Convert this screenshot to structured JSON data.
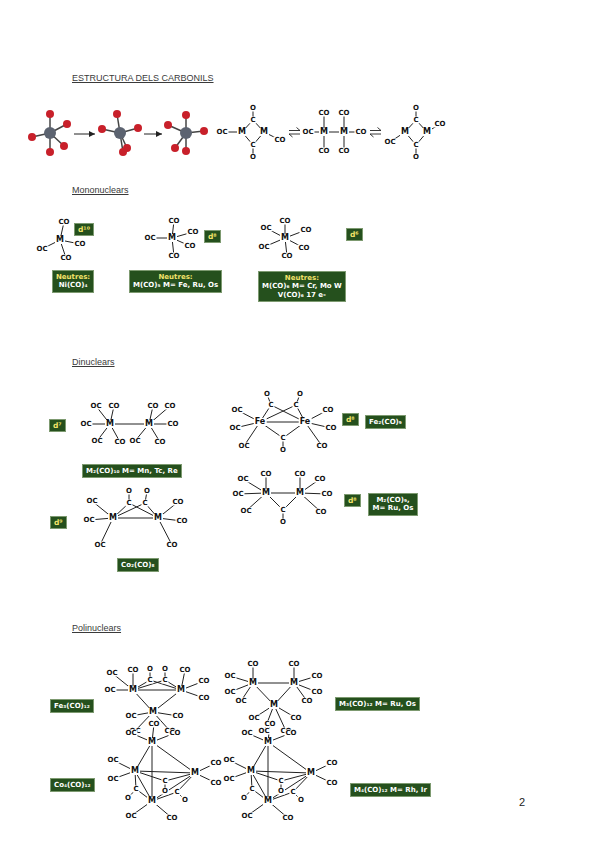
{
  "diagram": {
    "title": "ESTRUCTURA DELS CARBONILS",
    "nodes": [
      {
        "text": [
          "d¹⁰"
        ]
      },
      {
        "text": [
          "Neutres:",
          "Ni(CO)₄"
        ]
      },
      {
        "text": [
          "d⁸"
        ]
      },
      {
        "text": [
          "Neutres:",
          "M(CO)₅ M= Fe, Ru, Os"
        ]
      },
      {
        "text": [
          "d⁶"
        ]
      },
      {
        "text": [
          "Neutres:",
          "M(CO)₆ M= Cr, Mo W",
          "V(CO)₆ 17 e-"
        ]
      },
      {
        "text": [
          "d⁷"
        ]
      },
      {
        "text": [
          "M₂(CO)₁₀ M= Mn, Tc, Re"
        ]
      },
      {
        "text": [
          "d⁸"
        ]
      },
      {
        "text": [
          "Fe₂(CO)₉"
        ]
      },
      {
        "text": [
          "d⁸"
        ]
      },
      {
        "text": [
          "M₂(CO)₉, M= Ru, Os"
        ]
      },
      {
        "text": [
          "d⁹"
        ]
      },
      {
        "text": [
          "Co₂(CO)₈"
        ]
      },
      {
        "text": [
          "Fe₃(CO)₁₂"
        ]
      },
      {
        "text": [
          "M₃(CO)₁₂ M= Ru, Os"
        ]
      },
      {
        "text": [
          "Co₄(CO)₁₂"
        ]
      },
      {
        "text": [
          "M₄(CO)₁₂ M= Rh, Ir"
        ]
      }
    ],
    "labels": [
      "Mononuclears",
      "Dinuclears",
      "Polinuclears",
      "2",
      "M",
      "CO",
      "OC",
      "CO",
      "CO",
      "M",
      "CO",
      "OC",
      "CO",
      "CO",
      "CO",
      "M",
      "CO",
      "OC",
      "CO",
      "OC",
      "CO",
      "CO",
      "M",
      "M",
      "C",
      "O",
      "C",
      "O",
      "OC",
      "CO",
      "M",
      "M",
      "CO",
      "CO",
      "CO",
      "CO",
      "OC",
      "CO",
      "M",
      "M",
      "C",
      "O",
      "C",
      "O",
      "OC",
      "CO",
      "M",
      "M",
      "OC",
      "CO",
      "OC",
      "OC",
      "CO",
      "CO",
      "CO",
      "CO",
      "OC",
      "CO",
      "Fe",
      "Fe",
      "C",
      "O",
      "C",
      "O",
      "C",
      "O",
      "OC",
      "OC",
      "OC",
      "CO",
      "CO",
      "CO",
      "M",
      "M",
      "C",
      "O",
      "OC",
      "CO",
      "OC",
      "OC",
      "CO",
      "CO",
      "CO",
      "CO",
      "M",
      "M",
      "C",
      "O",
      "C",
      "O",
      "OC",
      "OC",
      "OC",
      "CO",
      "CO",
      "CO",
      "M",
      "M",
      "M",
      "OC",
      "CO",
      "OC",
      "C",
      "O",
      "C",
      "O",
      "CO",
      "CO",
      "CO",
      "OC",
      "OC",
      "CO",
      "CO",
      "M",
      "M",
      "M",
      "CO",
      "OC",
      "OC",
      "OC",
      "CO",
      "CO",
      "CO",
      "CO",
      "OC",
      "OC",
      "CO",
      "CO",
      "M",
      "M",
      "M",
      "M",
      "OC",
      "CO",
      "CO",
      "OC",
      "OC",
      "CO",
      "CO",
      "OC",
      "CO",
      "C",
      "O",
      "C",
      "O",
      "C",
      "O",
      "M",
      "M",
      "M",
      "M",
      "OC",
      "CO",
      "CO",
      "OC",
      "OC",
      "CO",
      "CO",
      "OC",
      "CO",
      "C",
      "O",
      "C",
      "O",
      "C",
      "O"
    ]
  }
}
